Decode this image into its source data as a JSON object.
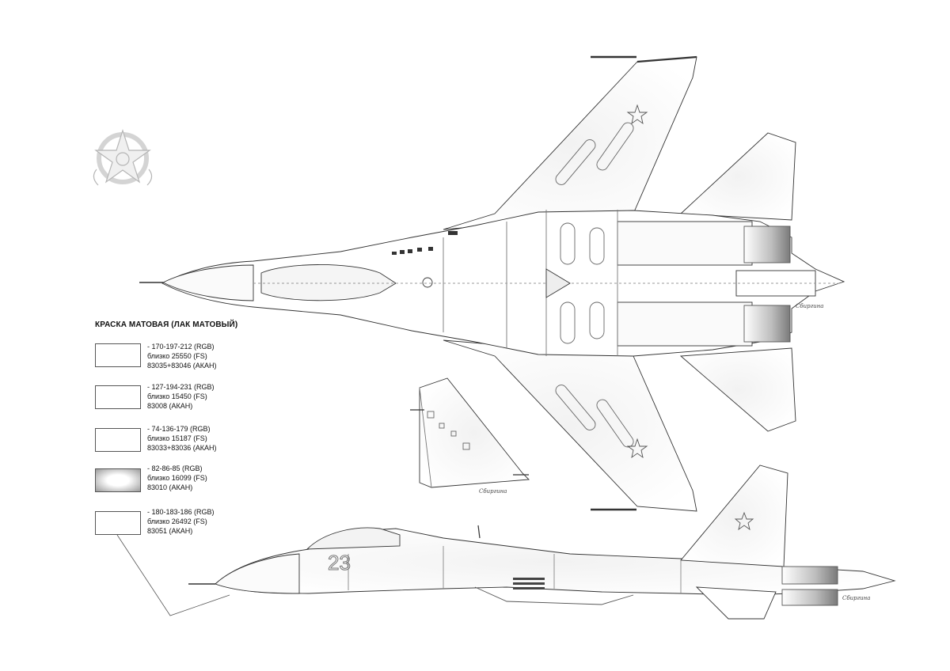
{
  "legend": {
    "title": "КРАСКА МАТОВАЯ (ЛАК МАТОВЫЙ)",
    "items": [
      {
        "line1": "-   170-197-212 (RGB)",
        "line2": "близко 25550 (FS)",
        "line3": "83035+83046 (АКАН)"
      },
      {
        "line1": "-   127-194-231 (RGB)",
        "line2": "близко 15450 (FS)",
        "line3": "83008 (АКАН)"
      },
      {
        "line1": "-   74-136-179 (RGB)",
        "line2": "близко 15187 (FS)",
        "line3": "83033+83036 (АКАН)"
      },
      {
        "line1": "-   82-86-85 (RGB)",
        "line2": "близко 16099 (FS)",
        "line3": "83010 (АКАН)"
      },
      {
        "line1": "-   180-183-186 (RGB)",
        "line2": "близко 26492 (FS)",
        "line3": "83051 (АКАН)"
      }
    ]
  },
  "side_view": {
    "tail_number": "23"
  },
  "signatures": {
    "top_view": "Сбиргина",
    "fin_view": "Сбиргина",
    "side_view": "Сбиргина"
  },
  "emblem": "star-emblem-icon"
}
